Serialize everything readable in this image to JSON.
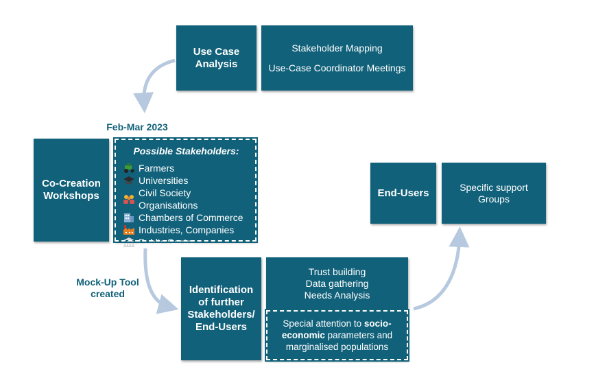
{
  "date_label": "Feb-Mar 2023",
  "mockup_label": [
    "Mock-Up Tool",
    "created"
  ],
  "use_case": {
    "title": [
      "Use Case",
      "Analysis"
    ],
    "details": [
      "Stakeholder Mapping",
      "Use-Case Coordinator Meetings"
    ]
  },
  "co_creation": {
    "title": [
      "Co-Creation",
      "Workshops"
    ],
    "stakeholders_heading": "Possible Stakeholders:",
    "stakeholders": [
      {
        "icon": "tractor-icon",
        "label": "Farmers"
      },
      {
        "icon": "graduation-cap-icon",
        "label": "Universities"
      },
      {
        "icon": "people-group-icon",
        "label": "Civil Society Organisations"
      },
      {
        "icon": "office-building-icon",
        "label": "Chambers of Commerce"
      },
      {
        "icon": "factory-icon",
        "label": "Industries, Companies"
      },
      {
        "icon": "public-building-icon",
        "label": "Public Sector"
      }
    ]
  },
  "end_users": {
    "title": "End-Users",
    "details": [
      "Specific support",
      "Groups"
    ]
  },
  "identification": {
    "title": [
      "Identification",
      "of further",
      "Stakeholders/",
      "End-Users"
    ],
    "details": [
      "Trust building",
      "Data gathering",
      "Needs Analysis"
    ],
    "special": {
      "line1_prefix": "Special attention to ",
      "line1_bold": "socio-",
      "line2_bold": "economic",
      "line2_rest": " parameters and",
      "line3": "marginalised populations"
    }
  },
  "colors": {
    "box": "#11617a",
    "arrow": "#b7c9de",
    "label": "#11617a"
  }
}
